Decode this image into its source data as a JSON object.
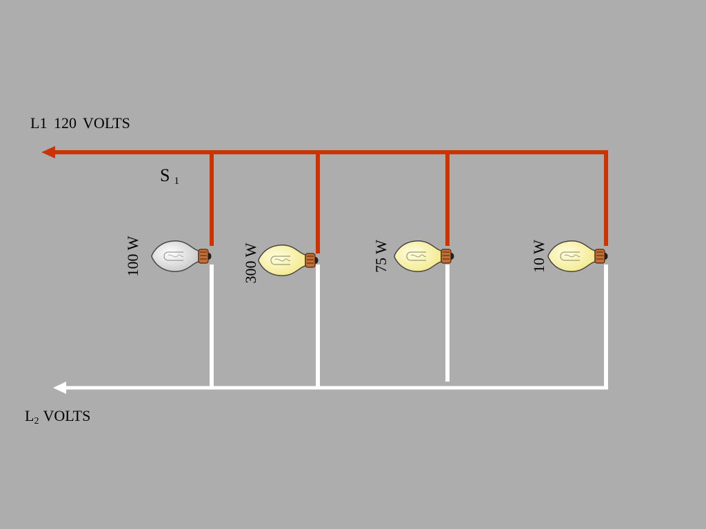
{
  "lines": {
    "l1_label": "L1  120 VOLTS",
    "l2_main": "L",
    "l2_sub": "2",
    "l2_text": "VOLTS",
    "hot_color": "#cc3300",
    "neutral_color": "#ffffff"
  },
  "switch": {
    "main": "S",
    "sub": "1"
  },
  "bulbs": [
    {
      "label": "100 W",
      "state": "off",
      "color": "#e0e0e0"
    },
    {
      "label": "300 W",
      "state": "on",
      "color": "#fbf5a8"
    },
    {
      "label": "75 W",
      "state": "on",
      "color": "#fbf5a8"
    },
    {
      "label": "10 W",
      "state": "on",
      "color": "#fbf5a8"
    }
  ]
}
